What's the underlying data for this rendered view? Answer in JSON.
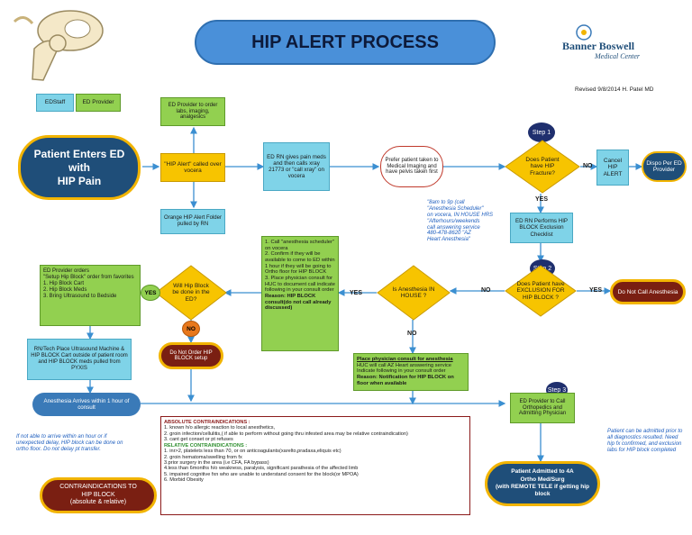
{
  "title": "HIP ALERT PROCESS",
  "logo": {
    "line1": "Banner Boswell",
    "line2": "Medical Center"
  },
  "revised": "Revised 9/8/2014  H. Patel MD",
  "legend": {
    "ed_staff": "EDStaff",
    "ed_provider": "ED Provider"
  },
  "start_node": {
    "line1": "Patient Enters ED",
    "line2": "with",
    "line3": "HIP Pain"
  },
  "hip_alert_called": "\"HIP Alert\" called over vocera",
  "ed_provider_order": "ED Provider to order labs, imaging, analgesics",
  "orange_folder": "Orange HIP Alert Folder pulled by RN",
  "ed_rn_gives": "ED RN gives pain meds and then calls xray 21773 or \"call xray\" on vocera",
  "prefer_patient": "Prefer patient taken to Medical Imaging and have pelvis taken first",
  "step1": "Step 1",
  "step2": "Step 2",
  "step3": "Step 3",
  "does_patient_have": "Does Patient have HIP Fracture?",
  "no_label": "NO",
  "yes_label": "YES",
  "cancel_hip_alert": "Cancel HIP ALERT",
  "dispo_per_ed": "Dispo Per ED Provider",
  "ed_rn_performs": "ED RN Performs HIP BLOCK Exclusion Checklist",
  "does_patient_exclusion": "Does Patient have EXCLUSION FOR HIP BLOCK ?",
  "do_not_call": "Do Not Call Anesthesia",
  "scheduler_note": [
    "\"8am to 9p (call",
    "\"Anesthesia Scheduler\"",
    "on vocera, IN HOUSE HRS",
    "\"Afterhours/weekends",
    "call answering service",
    "480-478-8620 \"AZ",
    "Heart Anesthesia\""
  ],
  "is_anesthesia": "Is Anesthesia IN HOUSE ?",
  "call_anesthesia_steps": [
    "1. Call \"anesthesia scheduler\" on vocera",
    "2. Confirm if they will be available to come to ED within 1 hour if they will be going to Ortho floor for HIP BLOCK",
    "3. Place physician consult for HUC to document call indicate following in your consult order",
    "Reason:  HIP BLOCK consult(do not call already discussed)"
  ],
  "place_physician_consult": {
    "line1": "Place physician consult for anesthesia",
    "line2": "HUC will call AZ Heart answering service",
    "line3": "Indicate following in your consult order",
    "line4": "Reason: Notification for HIP BLOCK on floor  when available"
  },
  "will_hip_block": "Will Hip Block be done in the ED?",
  "do_not_order": "Do Not Order HIP BLOCK setup",
  "ed_provider_orders": [
    "ED Provider orders",
    "\"Setup Hip Block\" order from favorites",
    "1. Hip Block Cart",
    "2. Hip Block Meds",
    "3. Bring Ultrasound to Bedside"
  ],
  "rn_tech_place": "RN/Tech Place Ultrasound Machine & HIP BLOCK Cart outside of patient room and HIP BLOCK meds pulled from PYXIS",
  "anesthesia_arrives": "Anesthesia Arrives within 1 hour of consult",
  "not_able_note": "If not able to arrive within an hour or if unexpected delay, HIP block can be done on ortho floor. Do not delay pt transfer.",
  "ed_provider_call": "ED Provider to Call Orthopedics and Admitting Physician",
  "patient_admitted": {
    "line1": "Patient Admitted to 4A",
    "line2": "Ortho Med/Surg",
    "line3": "(with REMOTE TELE if getting hip",
    "line4": "block"
  },
  "patient_admitted_note": "Patient can be admitted prior to all diagnostics resulted.  Need hip fx confirmed, and exclusion labs for HIP block completed",
  "contraindications_pill": {
    "line1": "CONTRAINDICATIONS TO",
    "line2": "HIP BLOCK",
    "line3": "(absolute & relative)"
  },
  "contra": {
    "absolute_title": "ABSOLUTE CONTRAINDICATIONS :",
    "absolute": [
      "1. known h/o allergic reaction to local anesthetics,",
      "2. groin infection/cellulitis,( if able to perform without going thru infested area may be relative contraindication)",
      "3. cant get conset or pt refuses"
    ],
    "relative_title": "RELATIVE CONTRAINDICATIONS :",
    "relative": [
      "1. inr>2, platelets less than 70,  or on anticoagulants(xarelto,pradaxa,eliquis etc)",
      "2. groin hematoma/swelling from fx",
      "3.prior surgery in the area (i.e CFA, FA bypass)",
      "4.less than 6months h/o weakness, paralysis, significant parathesia of the affected limb",
      "5. impaired cognitive fxn  who are unable to understand consent for the block(or MPOA)",
      "6. Morbid Obesity"
    ]
  },
  "colors": {
    "blue_box": "#7fd3e8",
    "yellow_box": "#f7c400",
    "green_box": "#92d050",
    "navy": "#1f4e79",
    "maroon": "#7a1f12",
    "gold": "#f2b400",
    "arrow": "#3b8fd1"
  }
}
